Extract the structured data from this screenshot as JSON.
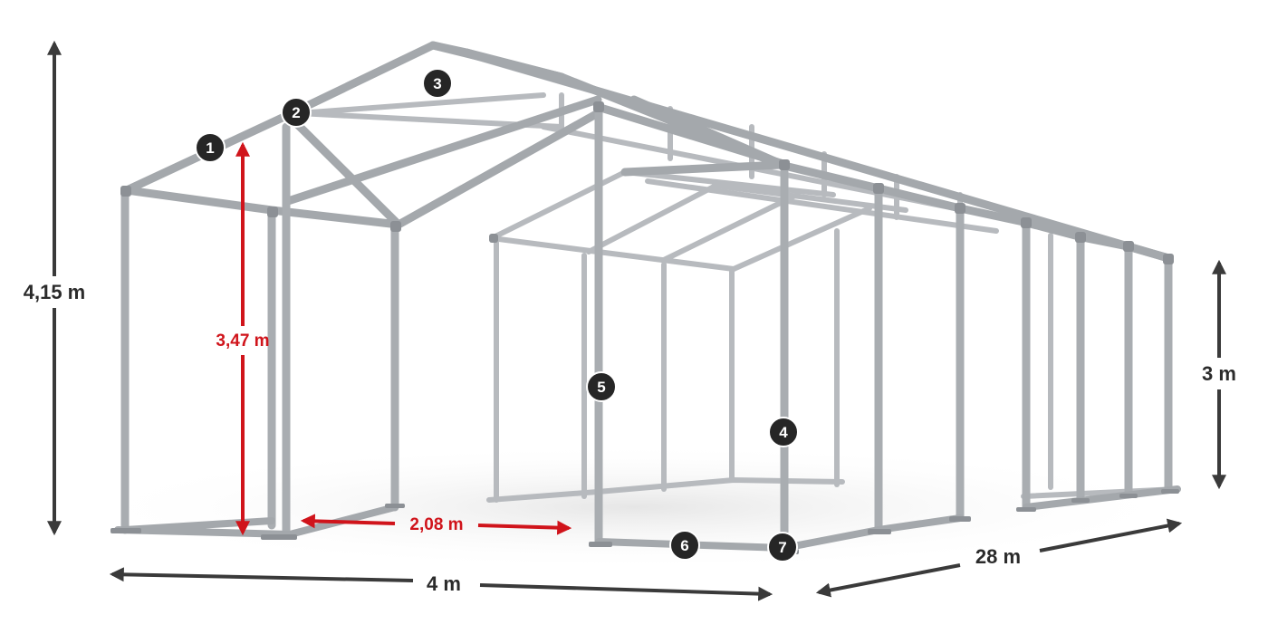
{
  "dimensions": {
    "total_height": "4,15 m",
    "side_height": "3 m",
    "width": "4 m",
    "length": "28 m",
    "ridge_clearance": "3,47 m",
    "door_width": "2,08 m"
  },
  "markers": [
    "1",
    "2",
    "3",
    "4",
    "5",
    "6",
    "7"
  ],
  "colors": {
    "frame": "#a9adb1",
    "frame_dark": "#7d8186",
    "arrow": "#3a3a3a",
    "accent": "#d0141b",
    "marker_fill": "#262626"
  }
}
